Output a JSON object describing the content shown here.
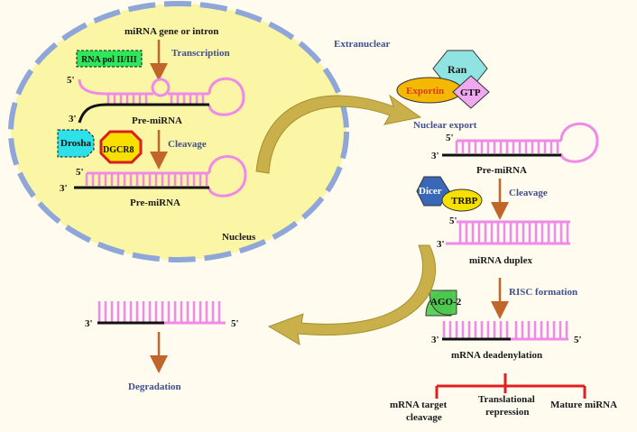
{
  "colors": {
    "background": "#fffbef",
    "nucleus_fill": "#fbf5a6",
    "nucleus_border": "#8ea6d8",
    "rna_strand": "#f08ae8",
    "dna_strand": "#111111",
    "arrow_orange": "#c0662a",
    "curved_arrow": "#c9b04a",
    "inhibition_red": "#e02020",
    "label_blue": "#3f4f8f"
  },
  "labels": {
    "gene": "miRNA gene or intron",
    "transcription": "Transcription",
    "rna_pol": "RNA pol II/III",
    "pre_mirna_1": "Pre-miRNA",
    "drosha": "Drosha",
    "dgcr8": "DGCR8",
    "cleavage_1": "Cleavage",
    "pre_mirna_2": "Pre-miRNA",
    "nucleus": "Nucleus",
    "extranuclear": "Extranuclear",
    "ran": "Ran",
    "exportin": "Exportin",
    "gtp": "GTP",
    "nuclear_export": "Nuclear  export",
    "pre_mirna_3": "Pre-miRNA",
    "dicer": "Dicer",
    "trbp": "TRBP",
    "cleavage_2": "Cleavage",
    "mirna_duplex": "miRNA duplex",
    "ago2": "AGO-2",
    "risc_formation": "RISC formation",
    "mrna_deadenylation": "mRNA deadenylation",
    "degradation": "Degradation",
    "mrna_target_1": "mRNA target",
    "mrna_target_2": "cleavage",
    "translational_1": "Translational",
    "translational_2": "repression",
    "mature_mirna": "Mature miRNA",
    "five_prime": "5'",
    "three_prime": "3'"
  }
}
